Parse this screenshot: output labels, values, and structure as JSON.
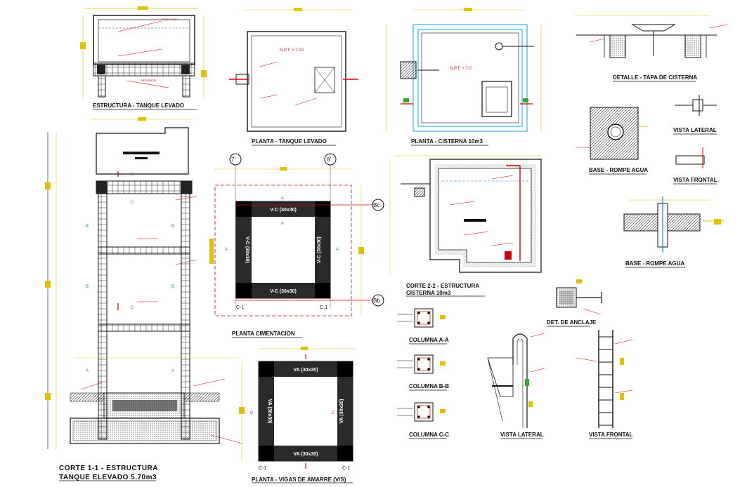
{
  "drawing": {
    "titles": {
      "estructura_tanque": "ESTRUCTURA - TANQUE LEVADO",
      "planta_tanque": "PLANTA - TANQUE LEVADO",
      "planta_cisterna": "PLANTA - CISTERNA 10m3",
      "detalle_tapa": "DETALLE - TAPA DE CISTERNA",
      "vista_lateral_1": "VISTA LATERAL",
      "base_rompe_1": "BASE - ROMPE AGUA",
      "vista_frontal_1": "VISTA FRONTAL",
      "base_rompe_2": "BASE - ROMPE AGUA",
      "planta_cimentacion": "PLANTA CIMENTACION",
      "corte22_line1": "CORTE 2-2 - ESTRUCTURA",
      "corte22_line2": "CISTERNA 10m3",
      "det_anclaje": "DET. DE ANCLAJE",
      "corte11_line1": "CORTE  1-1 - ESTRUCTURA",
      "corte11_line2": "TANQUE ELEVADO 5.70m3",
      "planta_vigas": "PLANTA - VIGAS DE AMARRE (V/S)",
      "vista_lateral_2": "VISTA LATERAL",
      "vista_frontal_2": "VISTA FRONTAL",
      "columna_aa": "COLUMNA  A-A",
      "columna_bb": "COLUMNA  B-B",
      "columna_cc": "COLUMNA  C-C"
    },
    "axes": {
      "seven": "7'",
      "eight": "8'",
      "bc": "Bc",
      "bb": "Bb"
    },
    "cimentacion_beams": {
      "top": "V-C (30x30)",
      "bottom": "V-C (30x30)",
      "left": "V-C (30x30)",
      "right": "V-C (30x30)"
    },
    "amarre_beams": {
      "top": "VA (30x30)",
      "bottom": "VA (30x30)",
      "left": "VA (30x30)",
      "right": "VA (30x30)"
    },
    "cuts": {
      "a": "A",
      "b": "B",
      "c": "C",
      "c1": "C-1"
    },
    "labels": {
      "npt": "N.P.T. + 7.00",
      "cisterna_npt": "N.P.T. + 7.0"
    },
    "colors": {
      "annotation": "#d40000",
      "dimension": "#e5c000",
      "outline": "#111111",
      "water": "#00aaee",
      "accent": "#2eaa2e"
    }
  }
}
